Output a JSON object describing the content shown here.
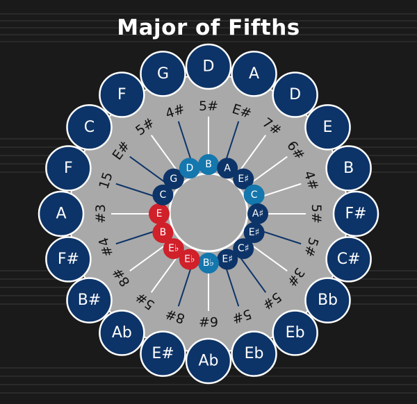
{
  "title": "Major of Fifths",
  "outer_keys": [
    "D",
    "A",
    "D",
    "E",
    "B",
    "F#",
    "C#",
    "Bb",
    "Eb",
    "Eb",
    "Ab",
    "E#",
    "Ab",
    "B#",
    "F#",
    "A",
    "F",
    "C",
    "F",
    "G"
  ],
  "spoke_labels": [
    "5#",
    "E#",
    "7#",
    "6#",
    "4#",
    "5#",
    "5#",
    "3#",
    "5#",
    "5#",
    "6#",
    "8#",
    "5#",
    "8#",
    "#4",
    "#3",
    "15",
    "E#",
    "5#",
    "4#"
  ],
  "spoke_colors": [
    "white",
    "dark",
    "white",
    "white",
    "white",
    "white",
    "dark",
    "white",
    "dark",
    "dark",
    "white",
    "dark",
    "white",
    "white",
    "dark",
    "white",
    "dark",
    "dark",
    "white",
    "dark"
  ],
  "inner_keys": [
    {
      "label": "B",
      "color": "light"
    },
    {
      "label": "A",
      "color": "dark"
    },
    {
      "label": "E♯",
      "color": "dark"
    },
    {
      "label": "C",
      "color": "light"
    },
    {
      "label": "A♯",
      "color": "dark"
    },
    {
      "label": "E♯",
      "color": "dark"
    },
    {
      "label": "C♯",
      "color": "dark"
    },
    {
      "label": "E♯",
      "color": "dark"
    },
    {
      "label": "B♭",
      "color": "light"
    },
    {
      "label": "E♭",
      "color": "red"
    },
    {
      "label": "E♭",
      "color": "red"
    },
    {
      "label": "B",
      "color": "red"
    },
    {
      "label": "E",
      "color": "red"
    },
    {
      "label": "C",
      "color": "dark"
    },
    {
      "label": "G",
      "color": "dark"
    },
    {
      "label": "D",
      "color": "light"
    }
  ],
  "colors": {
    "dark": "#0d3468",
    "light": "#1477ad",
    "red": "#d0202a",
    "white": "#ffffff",
    "disk": "#a9a9a9",
    "background": "#1a1a1a"
  }
}
